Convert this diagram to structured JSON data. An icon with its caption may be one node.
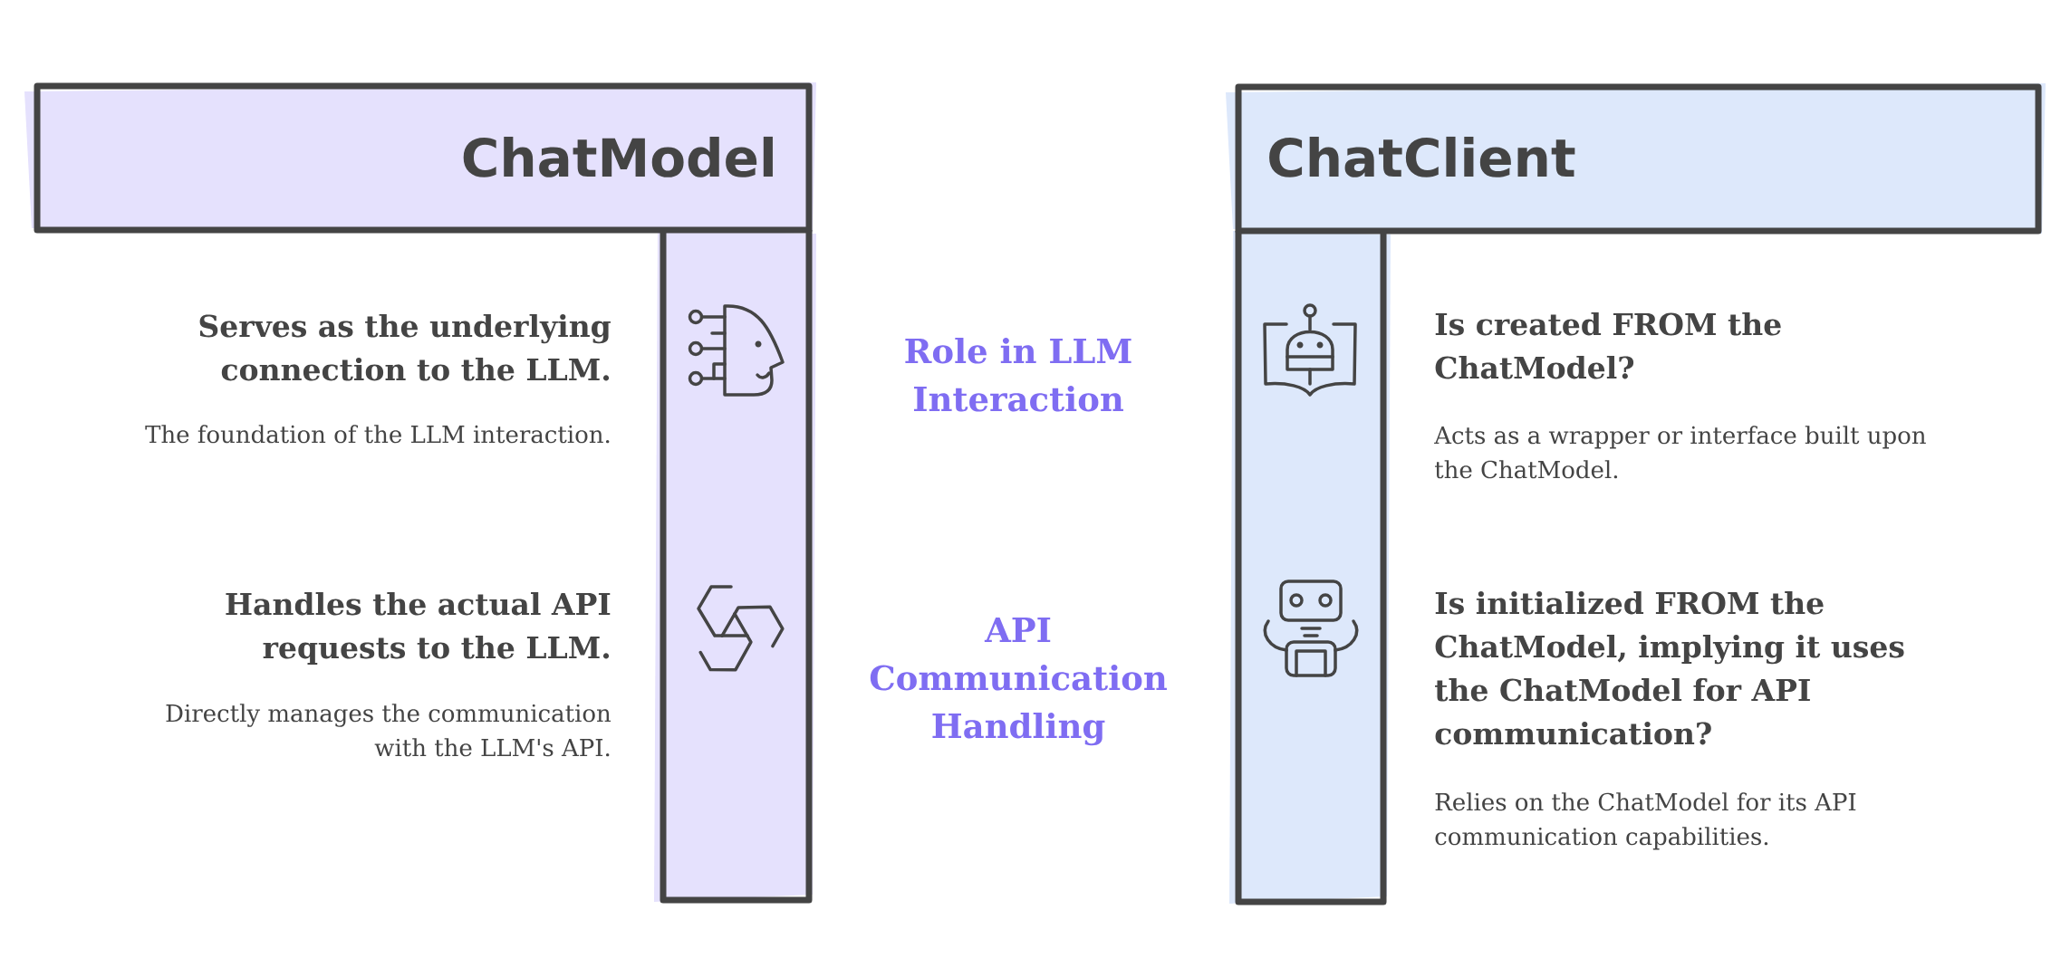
{
  "diagram": {
    "nodes": [
      {
        "text": [
          "ChatModel"
        ]
      },
      {
        "text": [
          "ChatClient"
        ]
      }
    ],
    "labels": [
      "Serves as the underlying connection to the LLM.",
      "The foundation of the LLM interaction.",
      "Role in LLM Interaction",
      "Is created FROM the ChatModel?",
      "Acts as a wrapper or interface built upon the ChatModel.",
      "Handles the actual API requests to the LLM.",
      "Directly manages the communication with the LLM's API.",
      "API Communication Handling",
      "Is initialized FROM the ChatModel, implying it uses the ChatModel for API communication?",
      "Relies on the ChatModel for its API communication capabilities."
    ]
  }
}
